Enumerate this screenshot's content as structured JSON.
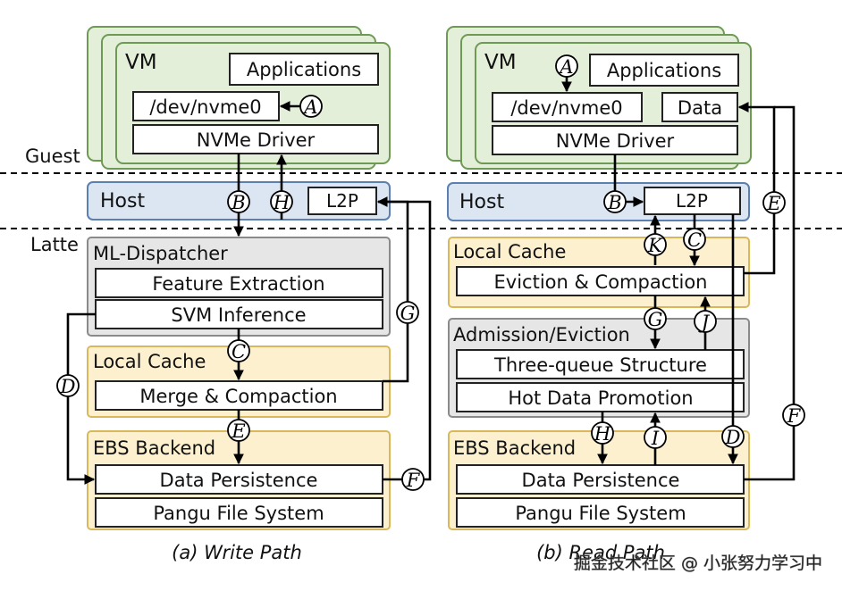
{
  "colors": {
    "vm_fill": "#e4efd9",
    "vm_stroke": "#6e9a56",
    "host_fill": "#dce6f2",
    "host_stroke": "#5a7fb0",
    "dispatcher_fill": "#e6e6e6",
    "cache_fill": "#fcf0cf",
    "cache_stroke": "#d9b85c"
  },
  "left": {
    "vm_label": "VM",
    "applications": "Applications",
    "dev": "/dev/nvme0",
    "driver": "NVMe Driver",
    "host": "Host",
    "l2p": "L2P",
    "dispatcher": "ML-Dispatcher",
    "feature": "Feature Extraction",
    "svm": "SVM Inference",
    "cache": "Local Cache",
    "merge": "Merge & Compaction",
    "backend": "EBS Backend",
    "persistence": "Data Persistence",
    "pangu": "Pangu File System",
    "caption": "(a) Write Path",
    "circles": {
      "a": "A",
      "b": "B",
      "h": "H",
      "c": "C",
      "d": "D",
      "e": "E",
      "f": "F",
      "g": "G"
    }
  },
  "right": {
    "vm_label": "VM",
    "applications": "Applications",
    "dev": "/dev/nvme0",
    "data": "Data",
    "driver": "NVMe Driver",
    "host": "Host",
    "l2p": "L2P",
    "cache": "Local Cache",
    "eviction": "Eviction & Compaction",
    "admission": "Admission/Eviction",
    "three_queue": "Three-queue Structure",
    "hot": "Hot Data Promotion",
    "backend": "EBS Backend",
    "persistence": "Data Persistence",
    "pangu": "Pangu File System",
    "caption": "(b) Read Path",
    "circles": {
      "a": "A",
      "b": "B",
      "k": "K",
      "c": "C",
      "g": "G",
      "j": "J",
      "h": "H",
      "i": "I",
      "d": "D",
      "e": "E",
      "f": "F"
    }
  },
  "labels": {
    "guest": "Guest",
    "latte": "Latte"
  },
  "watermark": "掘金技术社区 @ 小张努力学习中"
}
